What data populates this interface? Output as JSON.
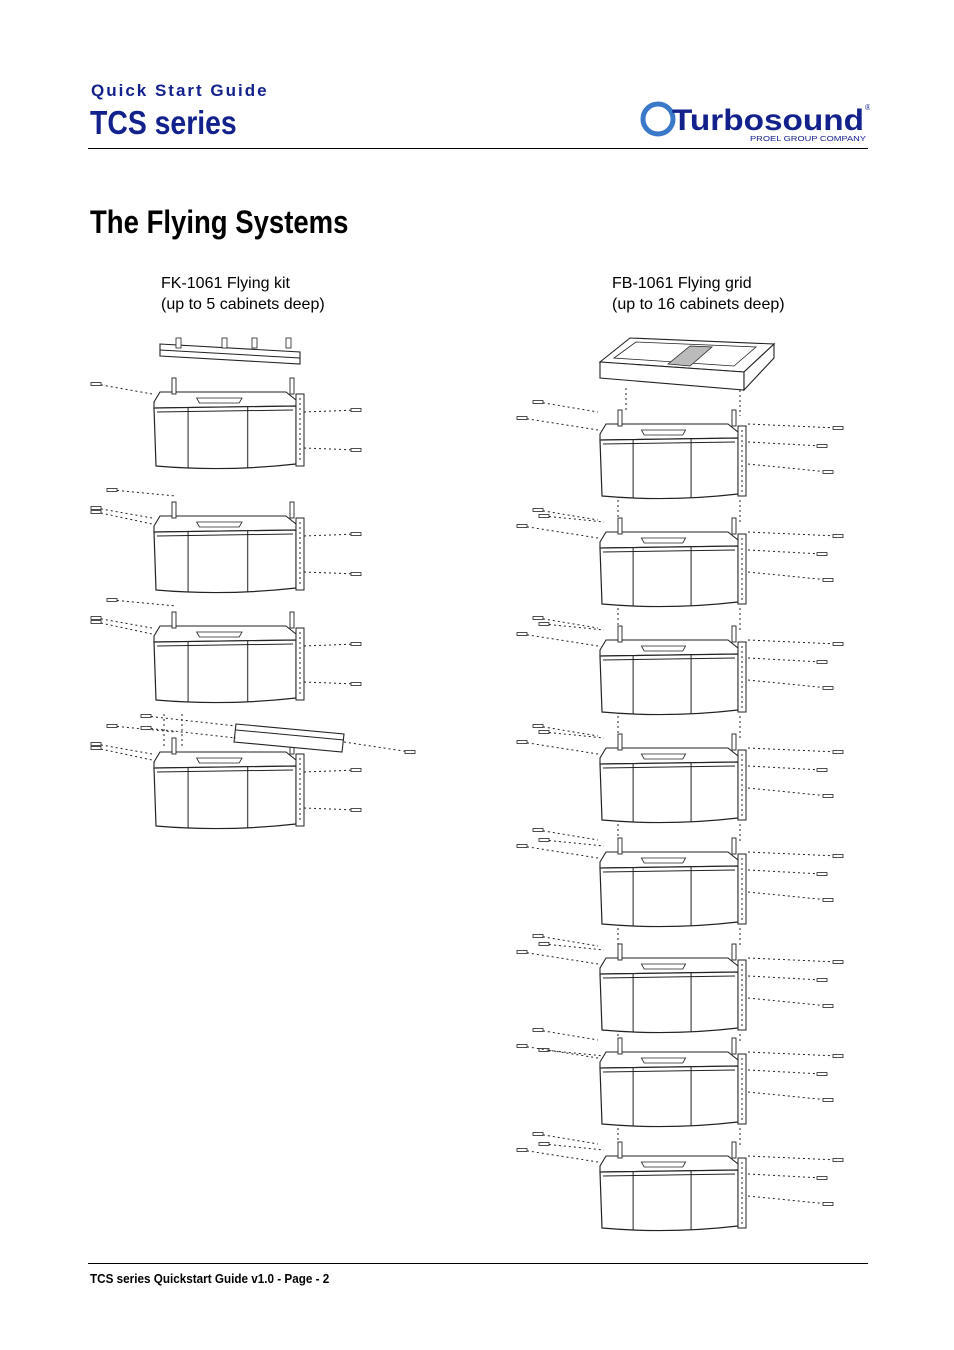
{
  "header": {
    "kicker": "Quick Start Guide",
    "series_title": "TCS series",
    "logo": {
      "wordmark": "Turbosound",
      "registered": "®",
      "tagline": "PROEL GROUP COMPANY",
      "accent_color": "#3a78c9",
      "brand_color": "#13218c"
    }
  },
  "section": {
    "title": "The Flying Systems"
  },
  "figures": {
    "left": {
      "caption_line1": "FK-1061 Flying kit",
      "caption_line2": "(up to 5 cabinets deep)",
      "cabinet_count": 4
    },
    "right": {
      "caption_line1": "FB-1061 Flying grid",
      "caption_line2": "(up to 16 cabinets deep)",
      "cabinet_count": 8
    }
  },
  "footer": {
    "text": "TCS series Quickstart Guide v1.0 - Page - 2"
  }
}
